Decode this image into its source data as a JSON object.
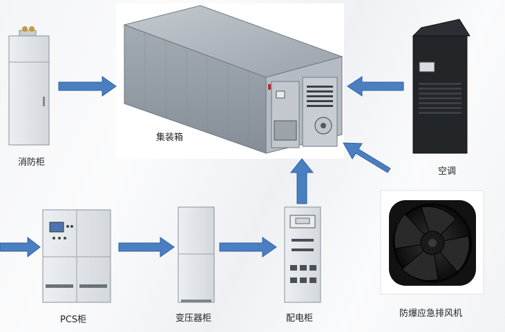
{
  "labels": {
    "fire_cabinet": "消防柜",
    "container": "集装箱",
    "aircon": "空调",
    "pcs_cabinet": "PCS柜",
    "transformer_cabinet": "变压器柜",
    "distribution_cabinet": "配电柜",
    "exhaust_fan": "防爆应急排风机"
  },
  "colors": {
    "arrow": "#4a7fc1",
    "arrow_edge": "#2e5f9e",
    "cabinet_body": "#dfe3e7",
    "cabinet_edge": "#8a9097",
    "container_body": "#a9b0b6",
    "aircon_body": "#1f2226",
    "fan_body": "#141414"
  }
}
